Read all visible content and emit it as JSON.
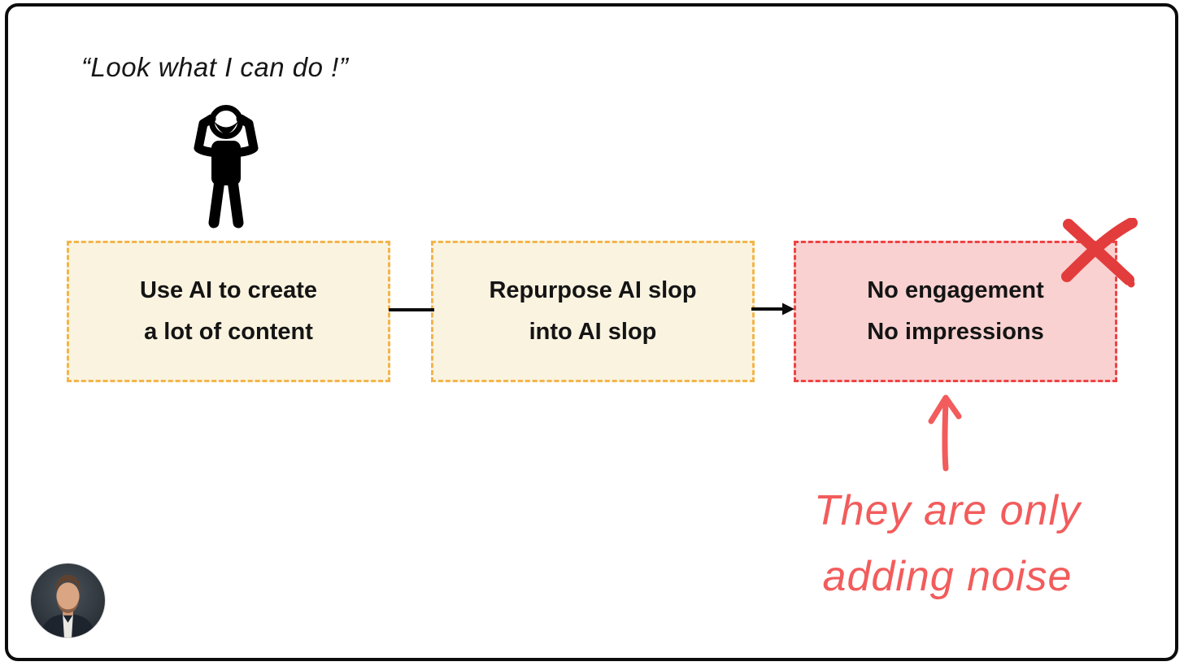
{
  "quote": {
    "text": "“Look what I can do !”"
  },
  "flow": {
    "boxes": [
      {
        "variant": "yellow",
        "lines": [
          "Use AI to create",
          "a lot of content"
        ]
      },
      {
        "variant": "yellow",
        "lines": [
          "Repurpose AI slop",
          "into AI slop"
        ]
      },
      {
        "variant": "red",
        "lines": [
          "No engagement",
          "No impressions"
        ]
      }
    ],
    "connectors": [
      {
        "from": 0,
        "to": 1,
        "style": "plain-line"
      },
      {
        "from": 1,
        "to": 2,
        "style": "arrow"
      }
    ]
  },
  "annotation": {
    "lines": [
      "They are only",
      "adding noise"
    ]
  },
  "icons": {
    "person": "flexing-person-icon",
    "cross": "rejected-x-icon",
    "arrow_up": "up-arrow-icon",
    "avatar": "author-avatar"
  },
  "colors": {
    "yellow_border": "#F2B54B",
    "yellow_fill": "#FAF3E0",
    "red_border": "#EE4343",
    "red_fill": "#F9D1D1",
    "accent_red": "#F25C5C",
    "cross_red": "#E23C3C",
    "ink": "#0c0c0c"
  }
}
